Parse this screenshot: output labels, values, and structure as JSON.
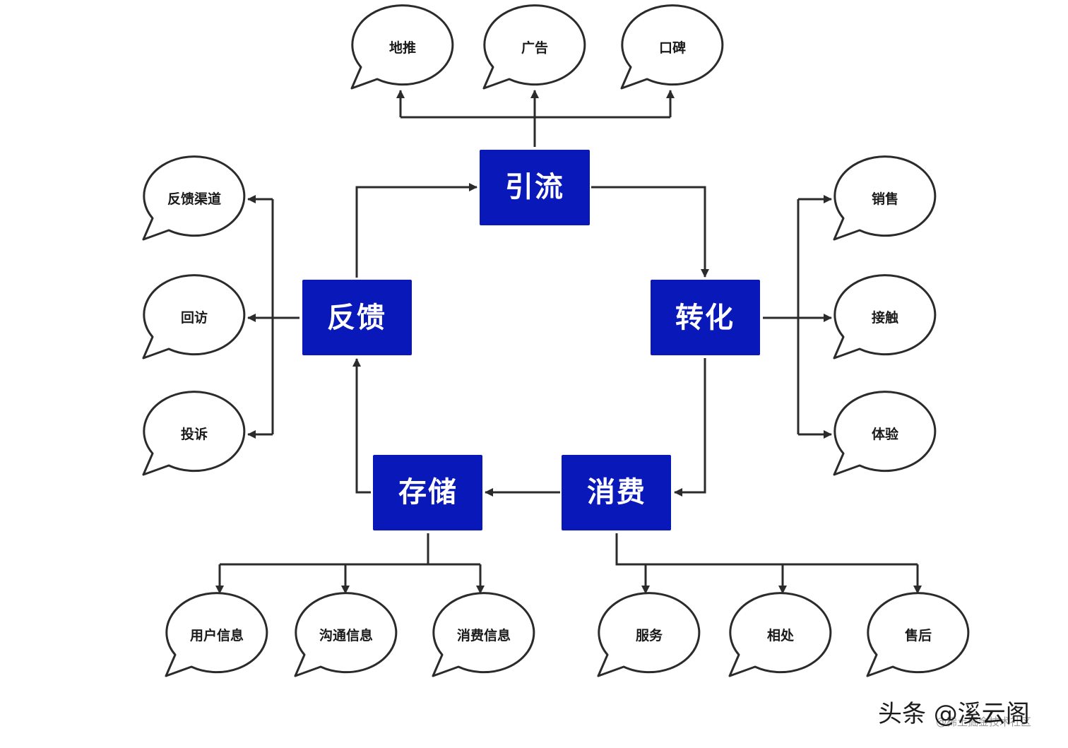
{
  "colors": {
    "node_fill": "#0918B8",
    "line": "#2b2b2b",
    "bubble_stroke": "#2b2b2b"
  },
  "nodes": {
    "yinliu": "引流",
    "zhuanhua": "转化",
    "xiaofei": "消费",
    "cunchu": "存储",
    "fankui": "反馈"
  },
  "bubbles": {
    "yinliu": [
      "地推",
      "广告",
      "口碑"
    ],
    "zhuanhua": [
      "销售",
      "接触",
      "体验"
    ],
    "fankui": [
      "反馈渠道",
      "回访",
      "投诉"
    ],
    "cunchu": [
      "用户信息",
      "沟通信息",
      "消费信息"
    ],
    "xiaofei": [
      "服务",
      "相处",
      "售后"
    ]
  },
  "watermark": {
    "main": "头条 @溪云阁",
    "shadow": "@稀土掘金技术社区"
  }
}
